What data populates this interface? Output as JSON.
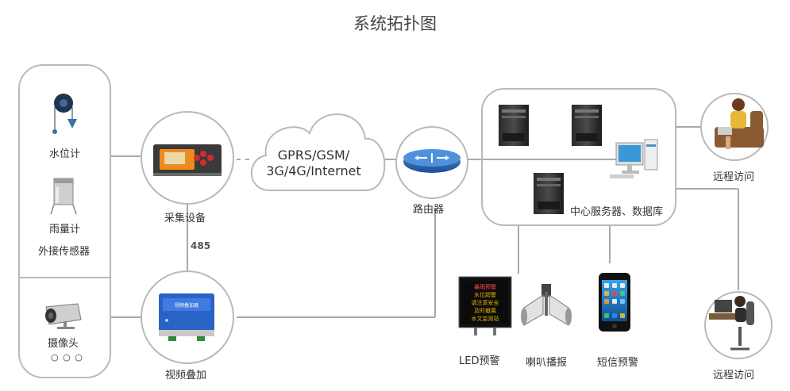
{
  "title": "系统拓扑图",
  "left_panel": {
    "water_gauge": "水位计",
    "rain_gauge": "雨量计",
    "external_sensor": "外接传感器",
    "camera": "摄像头",
    "more": "○ ○ ○"
  },
  "collector": {
    "label": "采集设备"
  },
  "link_485": "485",
  "video_overlay": {
    "label": "视频叠加"
  },
  "network": {
    "line1": "GPRS/GSM/",
    "line2": "3G/4G/Internet"
  },
  "router": {
    "label": "路由器"
  },
  "server_group": {
    "label": "中心服务器、数据库"
  },
  "remote_access_top": "远程访问",
  "remote_access_bottom": "远程访问",
  "outputs": {
    "led": "LED预警",
    "speaker": "喇叭播报",
    "sms": "短信预警"
  },
  "led_screen_text": [
    "暴雨预警",
    "水位超警",
    "请注意安全",
    "及时撤离",
    "水文监测站"
  ],
  "video_device_text": "视频叠加器",
  "colors": {
    "border": "#b9b9b9",
    "line": "#a9a9a9",
    "router_blue": "#2f6db5",
    "collector_orange": "#f08a1c",
    "led_text": "#e9b300"
  }
}
